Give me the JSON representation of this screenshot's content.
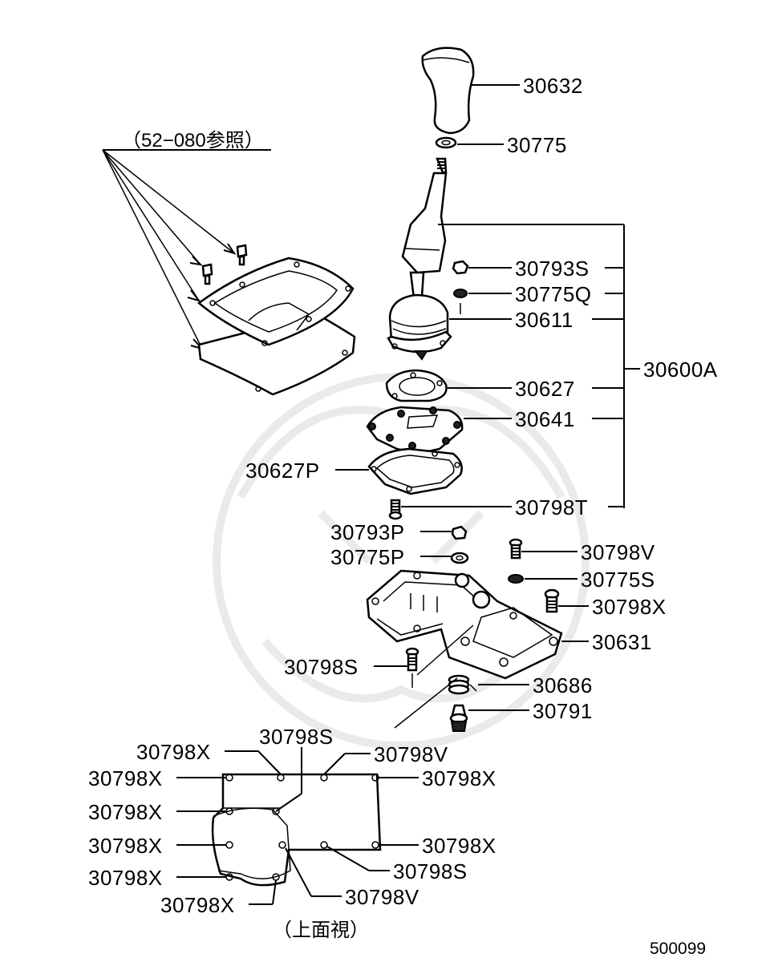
{
  "diagram": {
    "reference_note": "（52−080参照）",
    "top_view_caption": "（上面視）",
    "figure_code": "500099",
    "parts": {
      "knob": "30632",
      "knob_washer": "30775",
      "nut_s": "30793S",
      "washer_q": "30775Q",
      "boot": "30611",
      "assembly": "30600A",
      "gasket_upper": "30627",
      "plate": "30641",
      "gasket_lower": "30627P",
      "bolt_t": "30798T",
      "nut_p": "30793P",
      "washer_p": "30775P",
      "bolt_v": "30798V",
      "washer_s": "30775S",
      "bolt_x": "30798X",
      "case": "30631",
      "bolt_s": "30798S",
      "spring": "30686",
      "plug": "30791"
    },
    "top_view_labels": {
      "tl_x": "30798X",
      "tc_s": "30798S",
      "tr_v": "30798V",
      "l1_x": "30798X",
      "r1_x": "30798X",
      "l2_x": "30798X",
      "l3_x": "30798X",
      "r3_x": "30798X",
      "r4_s": "30798S",
      "l4_x": "30798X",
      "b_v": "30798V",
      "bl_x": "30798X"
    }
  }
}
